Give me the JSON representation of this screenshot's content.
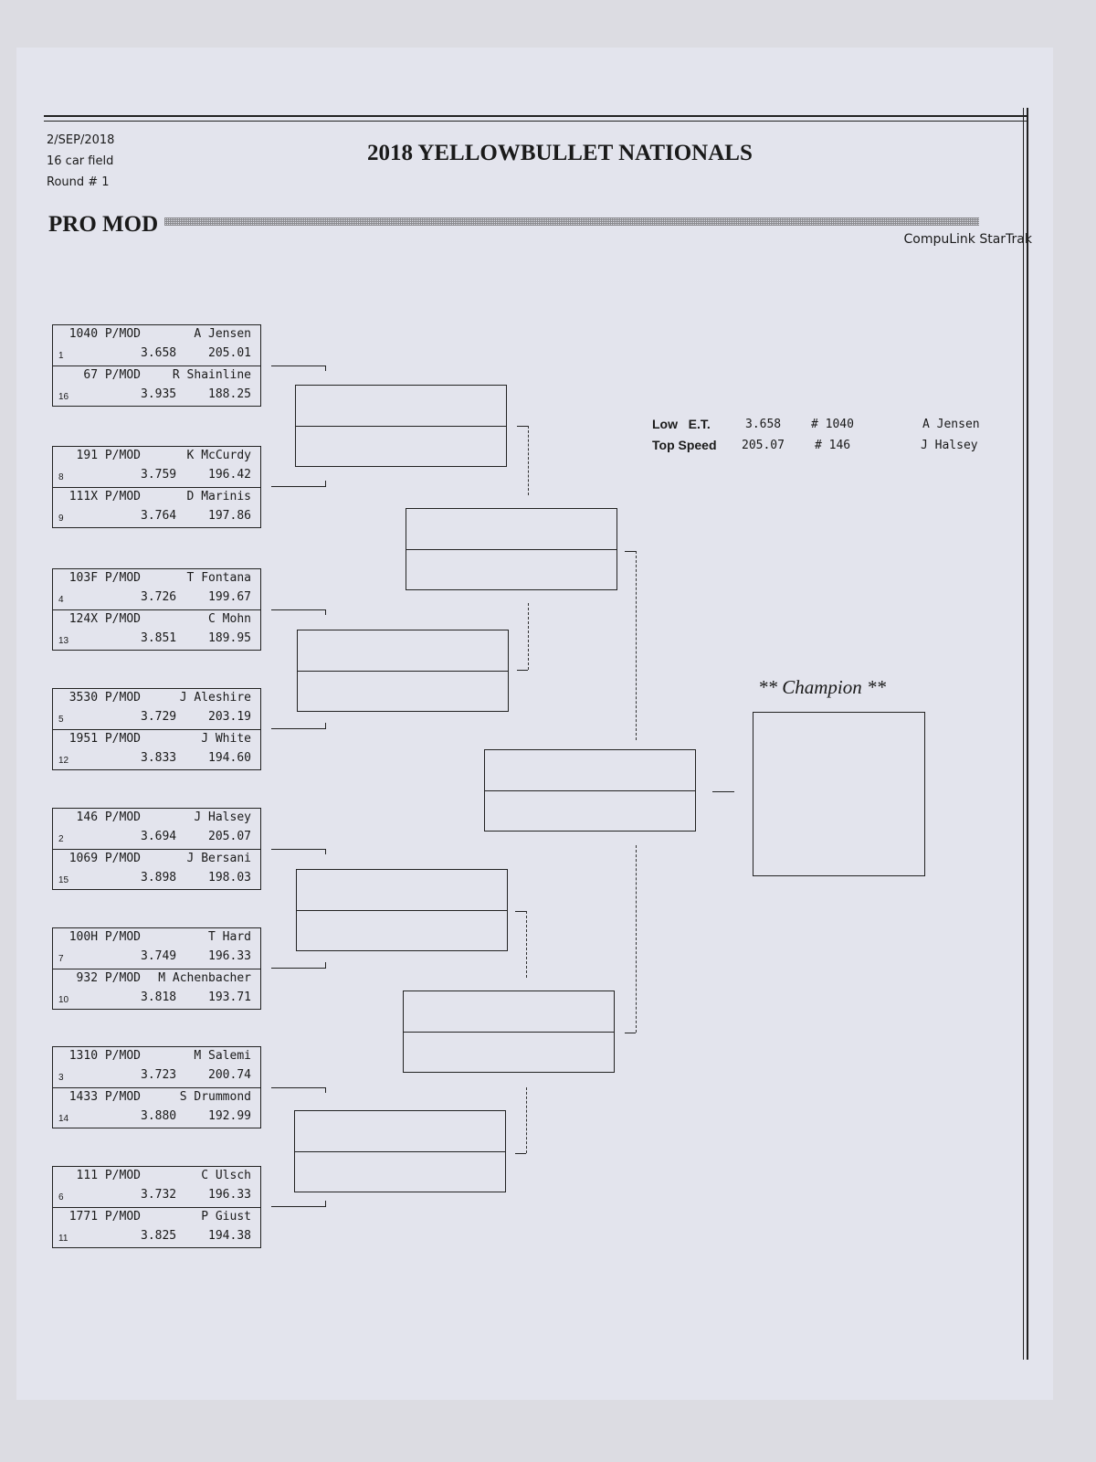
{
  "header": {
    "date": "2/SEP/2018",
    "field": "16 car field",
    "round": "Round # 1",
    "title": "2018 YELLOWBULLET NATIONALS",
    "class": "PRO MOD",
    "system": "CompuLink StarTrak"
  },
  "pairs": [
    [
      {
        "car": "1040 P/MOD",
        "driver": "A Jensen",
        "seed": "1",
        "et": "3.658",
        "mph": "205.01"
      },
      {
        "car": "67 P/MOD",
        "driver": "R Shainline",
        "seed": "16",
        "et": "3.935",
        "mph": "188.25"
      }
    ],
    [
      {
        "car": "191 P/MOD",
        "driver": "K McCurdy",
        "seed": "8",
        "et": "3.759",
        "mph": "196.42"
      },
      {
        "car": "111X P/MOD",
        "driver": "D Marinis",
        "seed": "9",
        "et": "3.764",
        "mph": "197.86"
      }
    ],
    [
      {
        "car": "103F P/MOD",
        "driver": "T Fontana",
        "seed": "4",
        "et": "3.726",
        "mph": "199.67"
      },
      {
        "car": "124X P/MOD",
        "driver": "C Mohn",
        "seed": "13",
        "et": "3.851",
        "mph": "189.95"
      }
    ],
    [
      {
        "car": "3530 P/MOD",
        "driver": "J Aleshire",
        "seed": "5",
        "et": "3.729",
        "mph": "203.19"
      },
      {
        "car": "1951 P/MOD",
        "driver": "J White",
        "seed": "12",
        "et": "3.833",
        "mph": "194.60"
      }
    ],
    [
      {
        "car": "146 P/MOD",
        "driver": "J Halsey",
        "seed": "2",
        "et": "3.694",
        "mph": "205.07"
      },
      {
        "car": "1069 P/MOD",
        "driver": "J Bersani",
        "seed": "15",
        "et": "3.898",
        "mph": "198.03"
      }
    ],
    [
      {
        "car": "100H P/MOD",
        "driver": "T Hard",
        "seed": "7",
        "et": "3.749",
        "mph": "196.33"
      },
      {
        "car": "932 P/MOD",
        "driver": "M Achenbacher",
        "seed": "10",
        "et": "3.818",
        "mph": "193.71"
      }
    ],
    [
      {
        "car": "1310 P/MOD",
        "driver": "M Salemi",
        "seed": "3",
        "et": "3.723",
        "mph": "200.74"
      },
      {
        "car": "1433 P/MOD",
        "driver": "S Drummond",
        "seed": "14",
        "et": "3.880",
        "mph": "192.99"
      }
    ],
    [
      {
        "car": "111 P/MOD",
        "driver": "C Ulsch",
        "seed": "6",
        "et": "3.732",
        "mph": "196.33"
      },
      {
        "car": "1771 P/MOD",
        "driver": "P Giust",
        "seed": "11",
        "et": "3.825",
        "mph": "194.38"
      }
    ]
  ],
  "stats": {
    "low_et": {
      "label": "Low   E.T.",
      "value": "3.658",
      "car": "# 1040",
      "driver": "A Jensen"
    },
    "top_speed": {
      "label": "Top Speed",
      "value": "205.07",
      "car": "# 146",
      "driver": "J Halsey"
    }
  },
  "champion_label": "** Champion **"
}
